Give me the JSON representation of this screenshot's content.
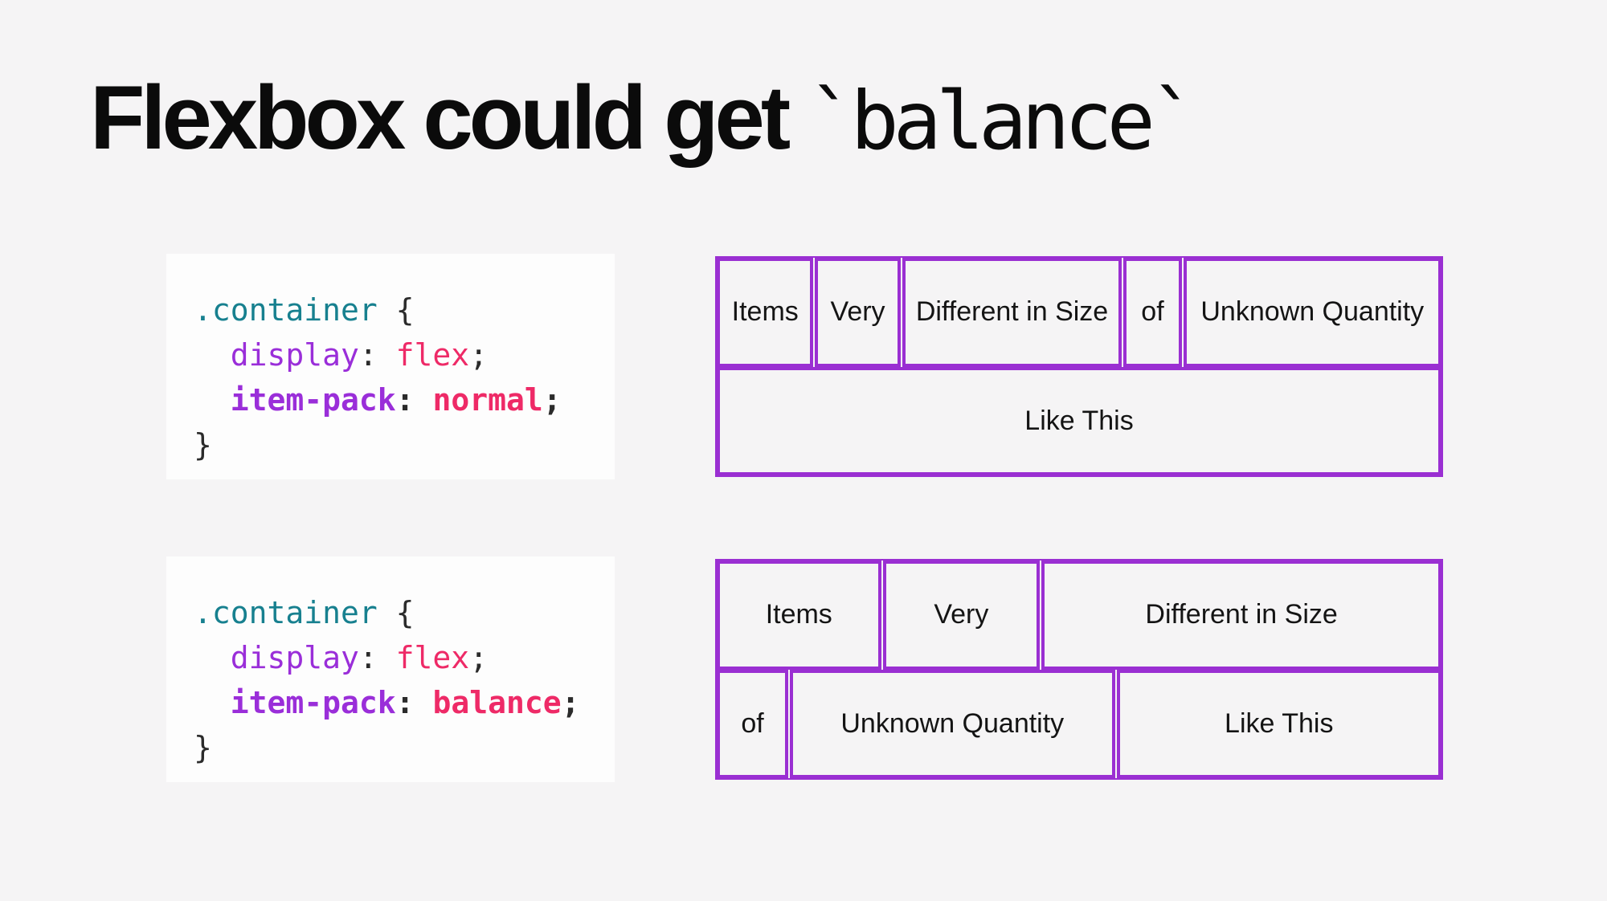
{
  "colors": {
    "page-bg": "#f5f4f5",
    "code-bg": "#fdfdfd",
    "purple": "#9a2fd2",
    "code-purple": "#9a2ed9",
    "teal": "#17808f",
    "pink": "#ee2a67",
    "dark": "#2b2b2b",
    "text": "#141414",
    "title": "#0b0b0b"
  },
  "title": {
    "main": "Flexbox could get ",
    "code": "`balance`"
  },
  "examples": [
    {
      "name": "item-pack-normal",
      "code": {
        "selector": ".container",
        "open_brace": " {",
        "prop1": "  display",
        "colon1": ": ",
        "val1": "flex",
        "semi1": ";",
        "prop2": "  item-pack",
        "colon2": ": ",
        "val2": "normal",
        "semi2": ";",
        "close_brace": "}"
      },
      "diagram": {
        "row1": [
          "Items",
          "Very",
          "Different in Size",
          "of",
          "Unknown Quantity"
        ],
        "row2": [
          "Like This"
        ]
      }
    },
    {
      "name": "item-pack-balance",
      "code": {
        "selector": ".container",
        "open_brace": " {",
        "prop1": "  display",
        "colon1": ": ",
        "val1": "flex",
        "semi1": ";",
        "prop2": "  item-pack",
        "colon2": ": ",
        "val2": "balance",
        "semi2": ";",
        "close_brace": "}"
      },
      "diagram": {
        "row1": [
          "Items",
          "Very",
          "Different in Size"
        ],
        "row2": [
          "of",
          "Unknown Quantity",
          "Like This"
        ]
      }
    }
  ]
}
